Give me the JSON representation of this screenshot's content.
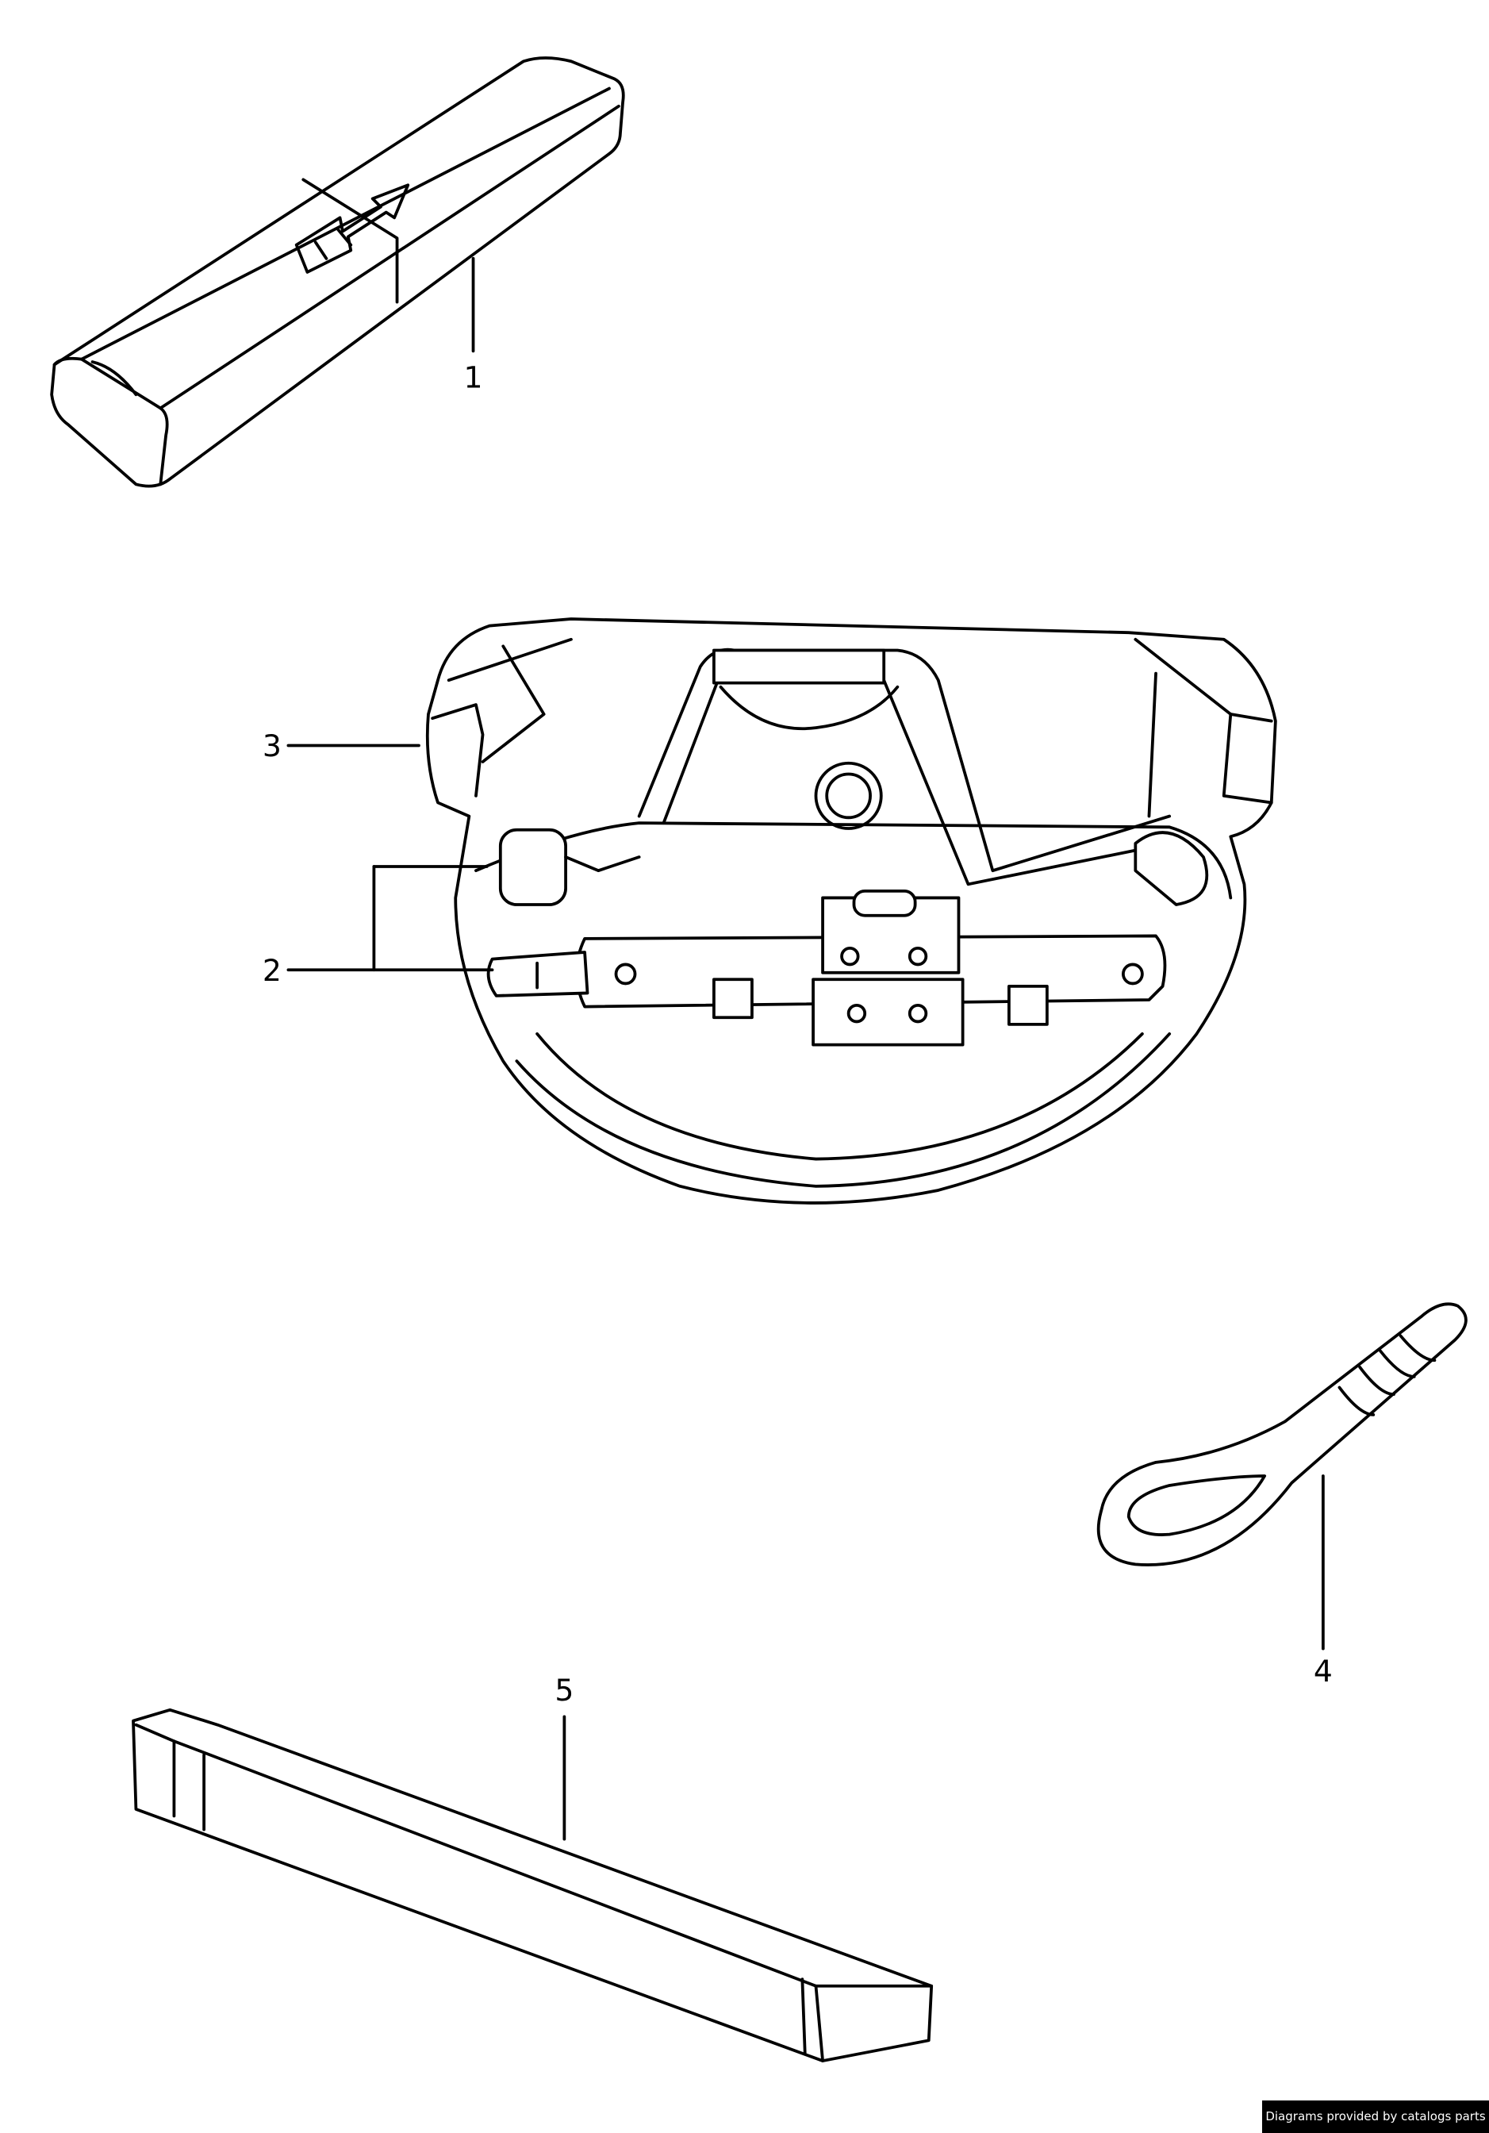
{
  "callouts": [
    {
      "id": "1",
      "label": "1"
    },
    {
      "id": "2",
      "label": "2"
    },
    {
      "id": "3",
      "label": "3"
    },
    {
      "id": "4",
      "label": "4"
    },
    {
      "id": "5",
      "label": "5"
    }
  ],
  "credit": "Diagrams provided by catalogs parts"
}
